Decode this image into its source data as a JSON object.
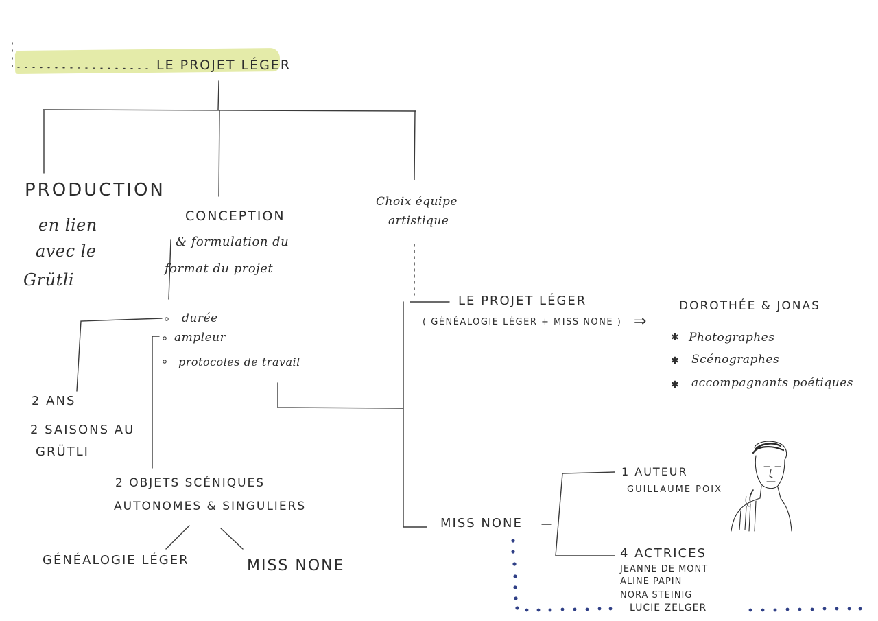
{
  "root": {
    "title": "LE PROJET LÉGER"
  },
  "production": {
    "title": "PRODUCTION",
    "lines": [
      "en lien",
      "avec le",
      "Grütli"
    ]
  },
  "conception": {
    "title": "CONCEPTION",
    "lines": [
      "& formulation du",
      "format du projet"
    ],
    "items": [
      "durée",
      "ampleur",
      "protocoles de travail"
    ]
  },
  "choix": {
    "lines": [
      "Choix équipe",
      "artistique"
    ]
  },
  "duration": {
    "lines": [
      "2 ANS",
      "2 SAISONS AU",
      "GRÜTLI"
    ]
  },
  "objects": {
    "lines": [
      "2 OBJETS SCÉNIQUES",
      "AUTONOMES & SINGULIERS"
    ],
    "children": [
      "GÉNÉALOGIE LÉGER",
      "MISS NONE"
    ]
  },
  "projet_leger": {
    "title": "LE PROJET LÉGER",
    "subtitle": "( GÉNÉALOGIE LÉGER + MISS NONE )",
    "arrow": "⇒"
  },
  "team": {
    "title": "DOROTHÉE & JONAS",
    "roles": [
      "Photographes",
      "Scénographes",
      "accompagnants poétiques"
    ],
    "bullet": "✱"
  },
  "miss_none": {
    "title": "MISS NONE",
    "author_title": "1 AUTEUR",
    "author_name": "GUILLAUME POIX",
    "actresses_title": "4 ACTRICES",
    "actresses": [
      "JEANNE DE MONT",
      "ALINE PAPIN",
      "NORA STEINIG",
      "LUCIE ZELGER"
    ]
  },
  "colors": {
    "ink": "#2d2d2d",
    "highlight": "#dfe89a",
    "blue_dots": "#2f3f86"
  }
}
